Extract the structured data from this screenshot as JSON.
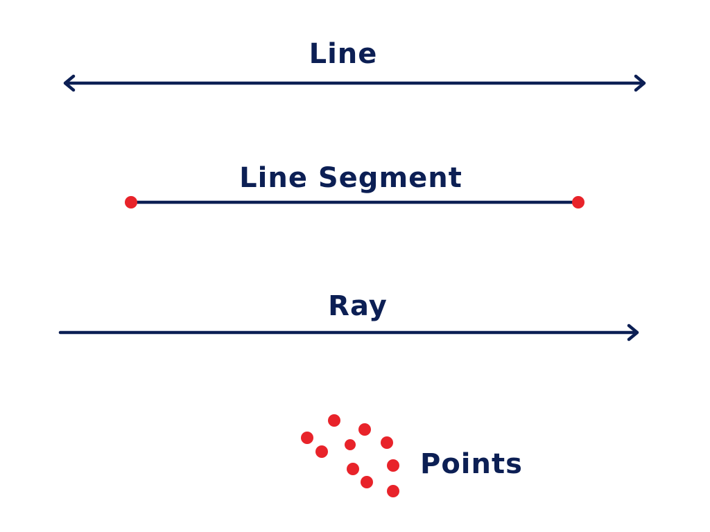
{
  "labels": {
    "line": "Line",
    "segment": "Line Segment",
    "ray": "Ray",
    "points": "Points"
  },
  "colors": {
    "ink": "#0c1f54",
    "dot": "#e8232a",
    "background": "#ffffff"
  }
}
